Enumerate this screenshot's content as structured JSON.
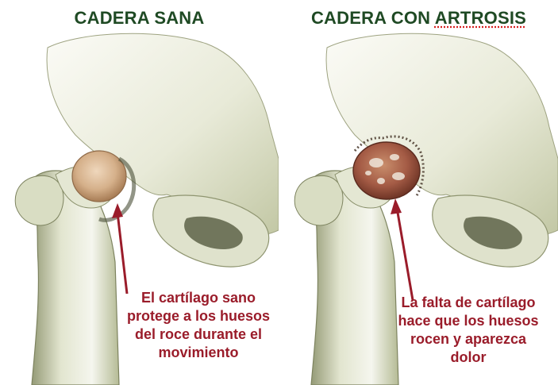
{
  "panels": [
    {
      "title_a": "CADERA SANA",
      "title_b": "",
      "caption": [
        "El cartílago sano",
        "protege a los huesos",
        "del roce durante el",
        "movimiento"
      ]
    },
    {
      "title_a": "CADERA CON",
      "title_b": "ARTROSIS",
      "caption": [
        "La falta de cartílago",
        "hace que los huesos",
        "rocen y aparezca",
        "dolor"
      ]
    }
  ],
  "colors": {
    "title": "#1f4a24",
    "caption": "#9a1c2a",
    "bone_light": "#f2f2e8",
    "bone_mid": "#dfe2cc",
    "bone_shadow": "#a9b08a",
    "bone_dark": "#5e6348",
    "cartilage": "#c8a07a",
    "arrow": "#9a1c2a"
  },
  "icons": {
    "illustration": "hip-joint-illustration",
    "arrow": "pointer-arrow"
  }
}
